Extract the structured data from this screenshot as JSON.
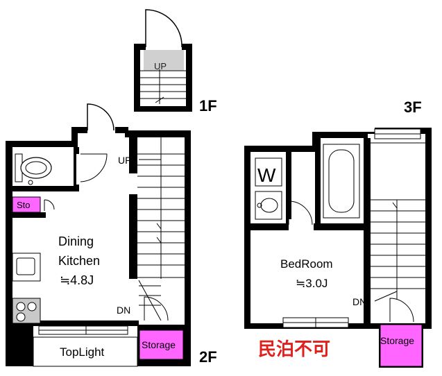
{
  "floors": {
    "f1": "1F",
    "f2": "2F",
    "f3": "3F"
  },
  "labels": {
    "up_1f": "UP",
    "up_2f": "UP",
    "dn_2f": "DN",
    "dn_3f": "DN",
    "sto": "Sto",
    "dining_line1": "Dining",
    "dining_line2": "Kitchen",
    "dining_area": "≒4.8J",
    "storage_2f": "Storage",
    "toplight": "TopLight",
    "bedroom": "BedRoom",
    "bedroom_area": "≒3.0J",
    "washer": "W",
    "storage_3f": "Storage",
    "notice": "民泊不可"
  },
  "colors": {
    "wall": "#000000",
    "storage_fill": "#ff66ff",
    "notice_red": "#e0201c",
    "fixture_gray": "#c8c8c8"
  }
}
